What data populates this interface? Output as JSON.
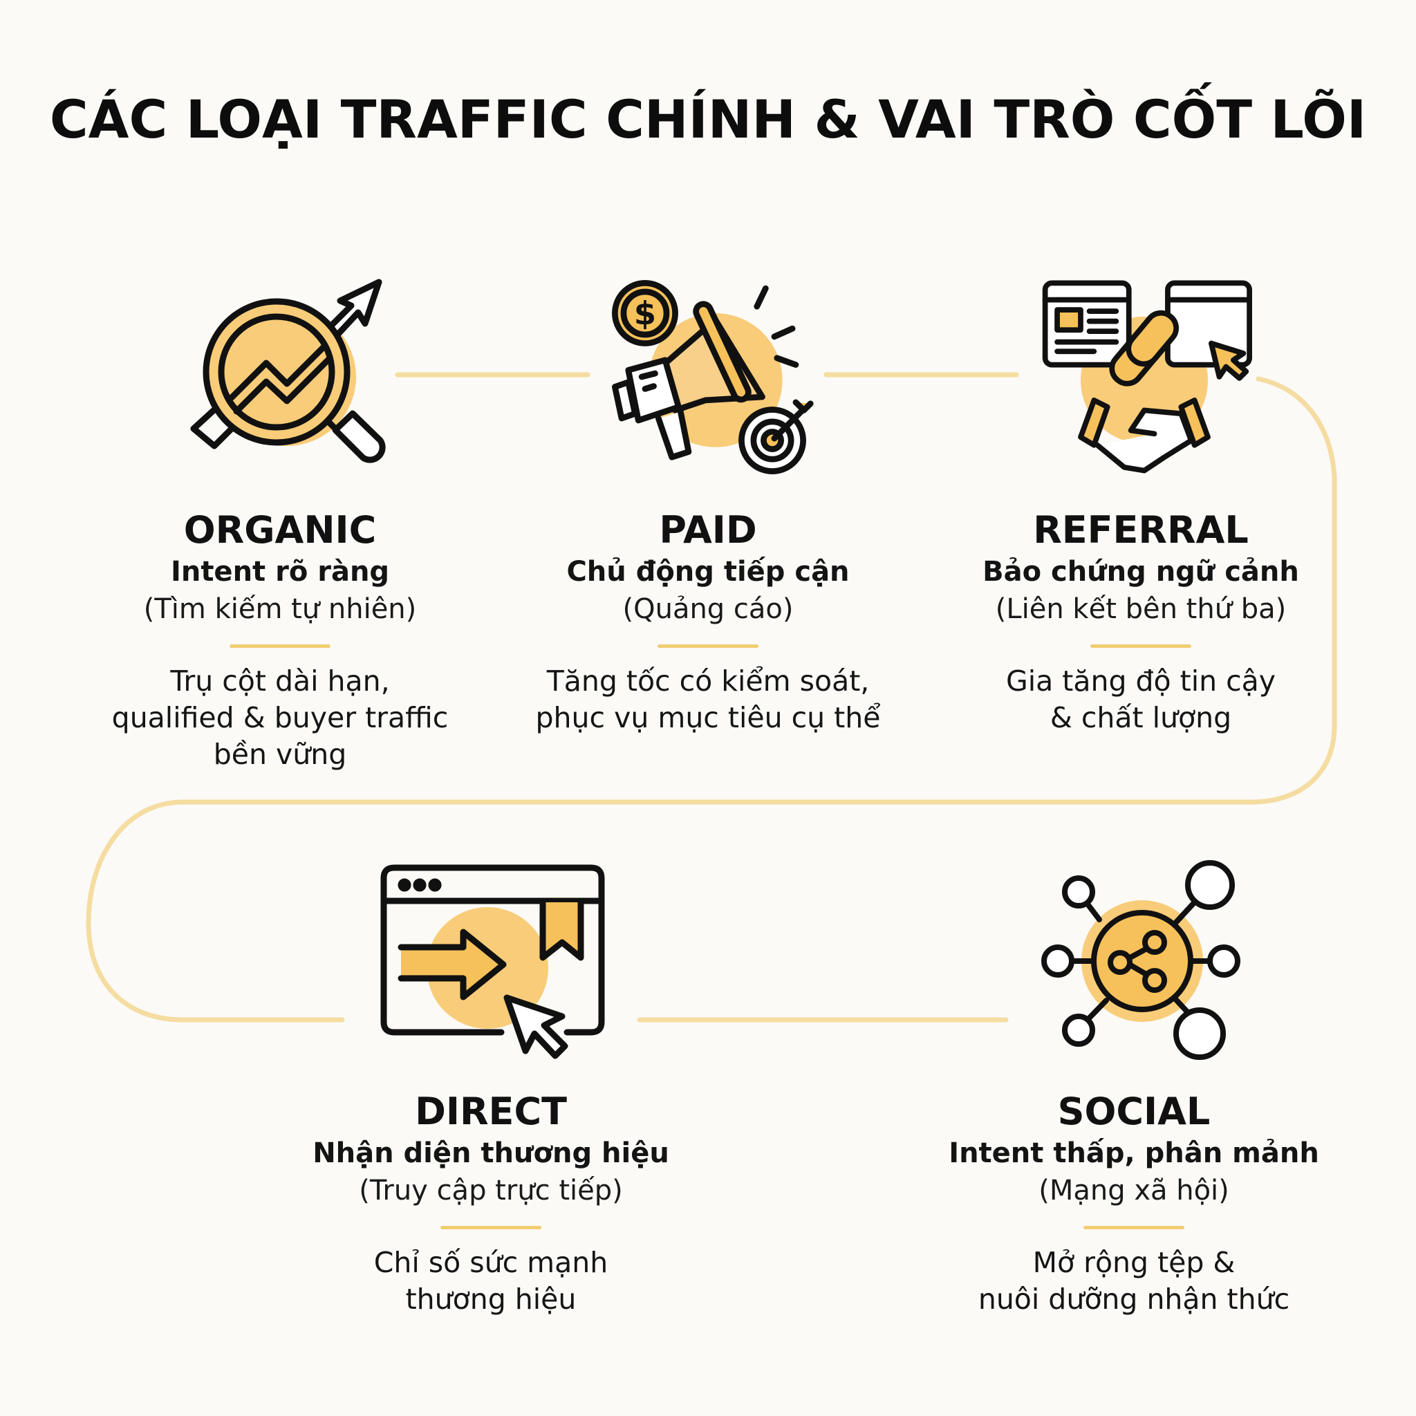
{
  "title": "CÁC LOẠI TRAFFIC CHÍNH & VAI TRÒ CỐT LÕI",
  "colors": {
    "background": "#fbfaf7",
    "accent": "#f6c15a",
    "accent_light": "#fbd98f",
    "connector": "#f5dca0",
    "stroke": "#111111"
  },
  "traffic_types": [
    {
      "name": "ORGANIC",
      "icon": "magnifier-growth-chart-icon",
      "subtitle": "Intent rõ ràng",
      "subtitle_detail": "(Tìm kiếm tự nhiên)",
      "description": "Trụ cột dài hạn,\nqualified & buyer traffic\nbền vững"
    },
    {
      "name": "PAID",
      "icon": "megaphone-coin-target-icon",
      "subtitle": "Chủ động tiếp cận",
      "subtitle_detail": "(Quảng cáo)",
      "description": "Tăng tốc có kiểm soát,\nphục vụ mục tiêu cụ thể"
    },
    {
      "name": "REFERRAL",
      "icon": "link-handshake-browser-icon",
      "subtitle": "Bảo chứng ngữ cảnh",
      "subtitle_detail": "(Liên kết bên thứ ba)",
      "description": "Gia tăng độ tin cậy\n& chất lượng"
    },
    {
      "name": "DIRECT",
      "icon": "browser-arrow-bookmark-icon",
      "subtitle": "Nhận diện thương hiệu",
      "subtitle_detail": "(Truy cập trực tiếp)",
      "description": "Chỉ số sức mạnh\nthương hiệu"
    },
    {
      "name": "SOCIAL",
      "icon": "social-network-share-icon",
      "subtitle": "Intent thấp, phân mảnh",
      "subtitle_detail": "(Mạng xã hội)",
      "description": "Mở rộng tệp &\nnuôi dưỡng nhận thức"
    }
  ]
}
